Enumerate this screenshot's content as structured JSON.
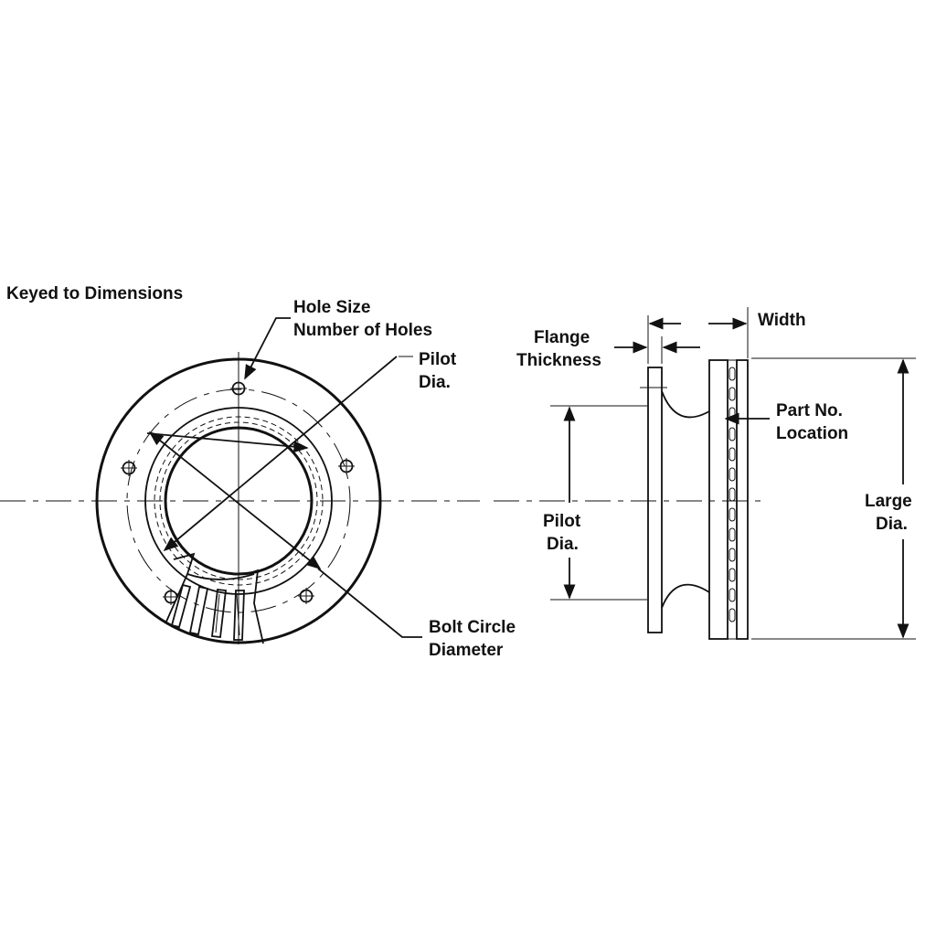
{
  "heading": "Keyed to Dimensions",
  "labels": {
    "hole_size": "Hole Size",
    "number_of_holes": "Number of Holes",
    "pilot_dia_front_1": "Pilot",
    "pilot_dia_front_2": "Dia.",
    "bolt_circle_1": "Bolt Circle",
    "bolt_circle_2": "Diameter",
    "flange_thickness_1": "Flange",
    "flange_thickness_2": "Thickness",
    "width": "Width",
    "part_no_1": "Part No.",
    "part_no_2": "Location",
    "pilot_dia_side_1": "Pilot",
    "pilot_dia_side_2": "Dia.",
    "large_dia_1": "Large",
    "large_dia_2": "Dia."
  },
  "colors": {
    "ink": "#111111",
    "background": "#ffffff"
  }
}
